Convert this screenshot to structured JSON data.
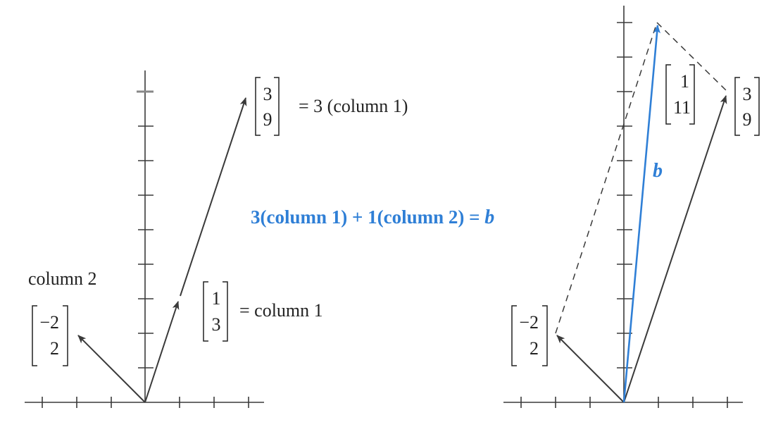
{
  "colors": {
    "ink": "#3a3a3a",
    "blue": "#2f7fd6",
    "text": "#222222"
  },
  "left_panel": {
    "col1_vector": [
      "1",
      "3"
    ],
    "col1_label": "= column 1",
    "scaled_vector": [
      "3",
      "9"
    ],
    "scaled_label": "= 3 (column 1)",
    "col2_title": "column 2",
    "col2_vector": [
      "−2",
      "2"
    ]
  },
  "equation": {
    "lhs": "3(column 1) + 1(column 2) = ",
    "rhs": "b"
  },
  "right_panel": {
    "b_vector": [
      "1",
      "11"
    ],
    "b_label": "b",
    "scaled_vector": [
      "3",
      "9"
    ],
    "col2_vector": [
      "−2",
      "2"
    ]
  }
}
